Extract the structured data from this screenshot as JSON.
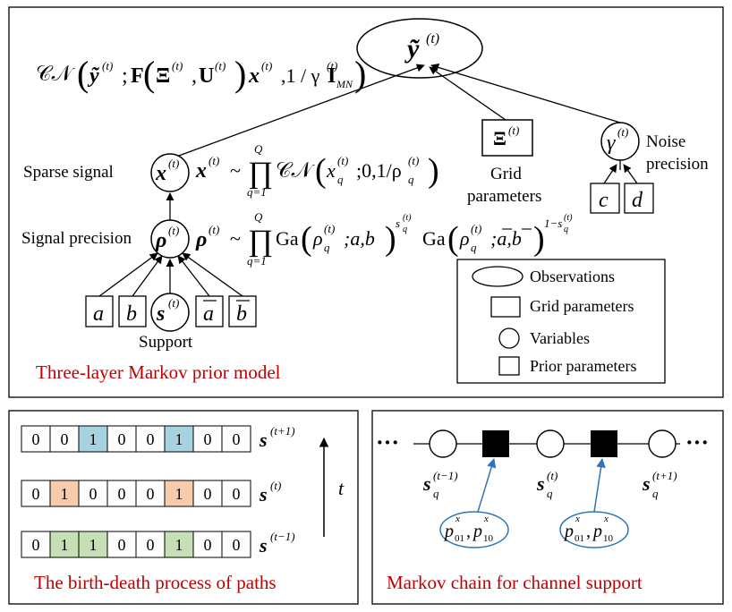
{
  "panels": {
    "top_caption": "Three-layer Markov prior model",
    "left_caption": "The birth-death process of paths",
    "right_caption": "Markov chain for channel support"
  },
  "top": {
    "obs_label": "ỹ",
    "obs_sup": "(t)",
    "likelihood": {
      "cn": "𝒞𝒩",
      "y": "ỹ",
      "F": "F",
      "Xi": "Ξ",
      "U": "U",
      "x": "x",
      "rest": ",1 / γ",
      "I": "I",
      "MN": "MN",
      "sup": "(t)"
    },
    "x_node": "x",
    "x_node_sup": "(t)",
    "rho_node": "ρ",
    "rho_node_sup": "(t)",
    "s_node": "s",
    "s_node_sup": "(t)",
    "gamma_node": "γ",
    "gamma_node_sup": "(t)",
    "grid_box": "Ξ",
    "grid_box_sup": "(t)",
    "labels": {
      "sparse_signal": "Sparse signal",
      "signal_precision": "Signal precision",
      "support": "Support",
      "grid_line1": "Grid",
      "grid_line2": "parameters",
      "noise_line1": "Noise",
      "noise_line2": "precision"
    },
    "prior_boxes": [
      "a",
      "b",
      "a",
      "b"
    ],
    "noise_boxes": [
      "c",
      "d"
    ],
    "x_prior": {
      "lhs": "x",
      "tilde": "~",
      "prod": "∏",
      "Q": "Q",
      "q1": "q=1",
      "cn": "𝒞𝒩",
      "xq": "x",
      "args": ";0,1/ρ"
    },
    "rho_prior": {
      "lhs": "ρ",
      "tilde": "~",
      "prod": "∏",
      "Q": "Q",
      "q1": "q=1",
      "ga": "Ga",
      "args1": "ρ",
      "args1b": ";a,b",
      "args2b": ";a,b",
      "exp1": "s",
      "exp2": "1−s"
    },
    "legend": {
      "observations": "Observations",
      "grid_parameters": "Grid parameters",
      "variables": "Variables",
      "prior_parameters": "Prior parameters"
    }
  },
  "birth_death": {
    "rows": [
      {
        "cells": [
          0,
          0,
          1,
          0,
          0,
          1,
          0,
          0
        ],
        "label": "s",
        "sup": "(t+1)",
        "highlight": [
          2,
          5
        ],
        "color": "#a9d2e0"
      },
      {
        "cells": [
          0,
          1,
          0,
          0,
          0,
          1,
          0,
          0
        ],
        "label": "s",
        "sup": "(t)",
        "highlight": [
          1,
          5
        ],
        "color": "#f8cbad"
      },
      {
        "cells": [
          0,
          1,
          1,
          0,
          0,
          1,
          0,
          0
        ],
        "label": "s",
        "sup": "(t−1)",
        "highlight": [
          1,
          2,
          5
        ],
        "color": "#c5e0b4"
      }
    ],
    "time_label": "t"
  },
  "markov": {
    "dots": "···",
    "nodes": [
      {
        "label": "s",
        "sub": "q",
        "sup": "(t−1)"
      },
      {
        "label": "s",
        "sub": "q",
        "sup": "(t)"
      },
      {
        "label": "s",
        "sub": "q",
        "sup": "(t+1)"
      }
    ],
    "params": [
      {
        "p": "p",
        "sub1": "01",
        "sub2": "10",
        "sup": "x",
        "sep": ","
      },
      {
        "p": "p",
        "sub1": "01",
        "sub2": "10",
        "sup": "x",
        "sep": ","
      }
    ]
  },
  "colors": {
    "caption_red": "#c00000",
    "arrow_blue": "#2e75b6",
    "blue_cell": "#a9d2e0",
    "orange_cell": "#f8cbad",
    "green_cell": "#c5e0b4"
  }
}
